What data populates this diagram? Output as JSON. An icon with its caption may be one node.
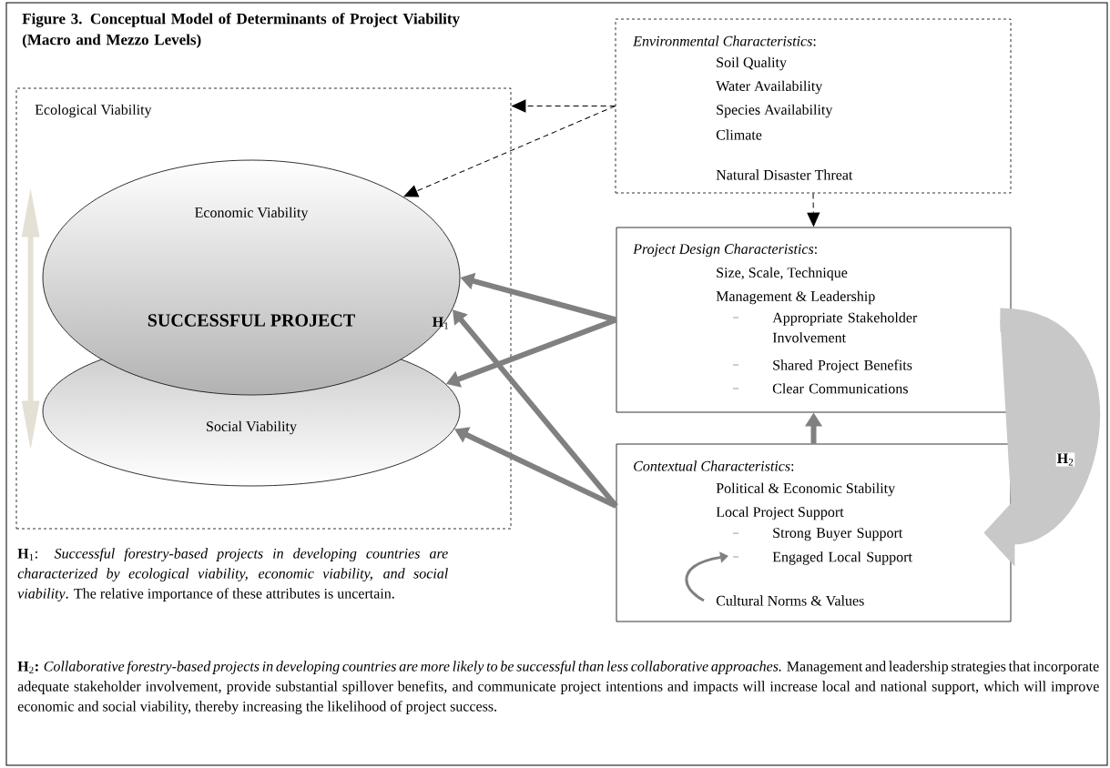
{
  "diagram": {
    "title": "Figure 3. Conceptual Model of Determinants of Project Viability (Macro and Mezzo Levels)",
    "nodes": [
      {
        "text": [
          "Ecological Viability"
        ]
      },
      {
        "text": [
          "Social Viability"
        ],
        "in": 0
      },
      {
        "text": [
          "Economic Viability",
          "SUCCESSFUL PROJECT"
        ],
        "in": 0
      },
      {
        "text": [
          "*Environmental Characteristics*:",
          "Soil Quality",
          "Water Availability",
          "Species Availability",
          "Climate",
          "Natural Disaster Threat"
        ]
      },
      {
        "text": [
          "*Project Design Characteristics*:",
          "Size, Scale, Technique",
          "Management & Leadership",
          "Appropriate Stakeholder Involvement",
          "Shared Project Benefits",
          "Clear Communications"
        ]
      },
      {
        "text": [
          "*Contextual Characteristics*:",
          "Political & Economic Stability",
          "Local Project Support",
          "Strong Buyer Support",
          "Engaged Local Support",
          "Cultural Norms & Values"
        ]
      }
    ],
    "edges": [
      {
        "from": 3,
        "to": 0,
        "arrow": "to",
        "style": "dashed",
        "color": "#000000"
      },
      {
        "from": 3,
        "to": 2,
        "arrow": "to",
        "style": "dashed",
        "color": "#000000"
      },
      {
        "from": 3,
        "to": 4,
        "arrow": "to",
        "style": "dashed",
        "color": "#000000"
      },
      {
        "from": 4,
        "to": 2,
        "arrow": "to"
      },
      {
        "from": 4,
        "to": 1,
        "arrow": "to"
      },
      {
        "from": 5,
        "to": 2,
        "arrow": "to"
      },
      {
        "from": 5,
        "to": 1,
        "arrow": "to"
      },
      {
        "from": 5,
        "to": 4,
        "arrow": "to"
      },
      {
        "from": 4,
        "to": 5,
        "arrow": "to",
        "style": "thick",
        "color": "#c8c8c8",
        "label": "**H**$_{2}$"
      },
      {
        "from": 2,
        "to": 1,
        "arrow": "both",
        "color": "#e4e0d4"
      }
    ],
    "labels": [
      "**H**$_{1}$",
      "**H**$_{1}$: *Successful forestry-based projects in developing countries are characterized by ecological viability, economic viability, and social viability*. The relative importance of these attributes is uncertain.",
      "**H**$_{2}$**:** *Collaborative forestry-based projects in developing countries are more likely to be successful than less collaborative approaches.* Management and leadership strategies that incorporate adequate stakeholder involvement, provide substantial spillover benefits, and communicate project intentions and impacts will increase local and national support, which will improve economic and social viability, thereby increasing the likelihood of project success."
    ]
  }
}
